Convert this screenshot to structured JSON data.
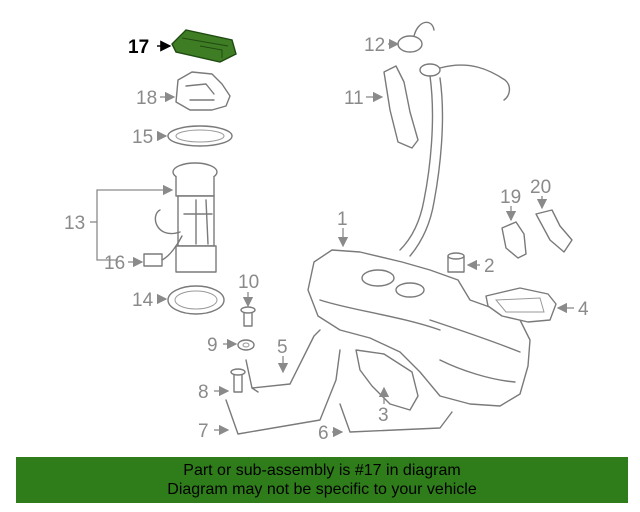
{
  "diagram": {
    "callouts": {
      "c1": "1",
      "c2": "2",
      "c3": "3",
      "c4": "4",
      "c5": "5",
      "c6": "6",
      "c7": "7",
      "c8": "8",
      "c9": "9",
      "c10": "10",
      "c11": "11",
      "c12": "12",
      "c13": "13",
      "c14": "14",
      "c15": "15",
      "c16": "16",
      "c17": "17",
      "c18": "18",
      "c19": "19",
      "c20": "20"
    },
    "highlight_color": "#3f7d24"
  },
  "banner": {
    "line1": "Part or sub-assembly is #17 in diagram",
    "line2": "Diagram may not be specific to your vehicle",
    "color": "#2e7d1a"
  }
}
